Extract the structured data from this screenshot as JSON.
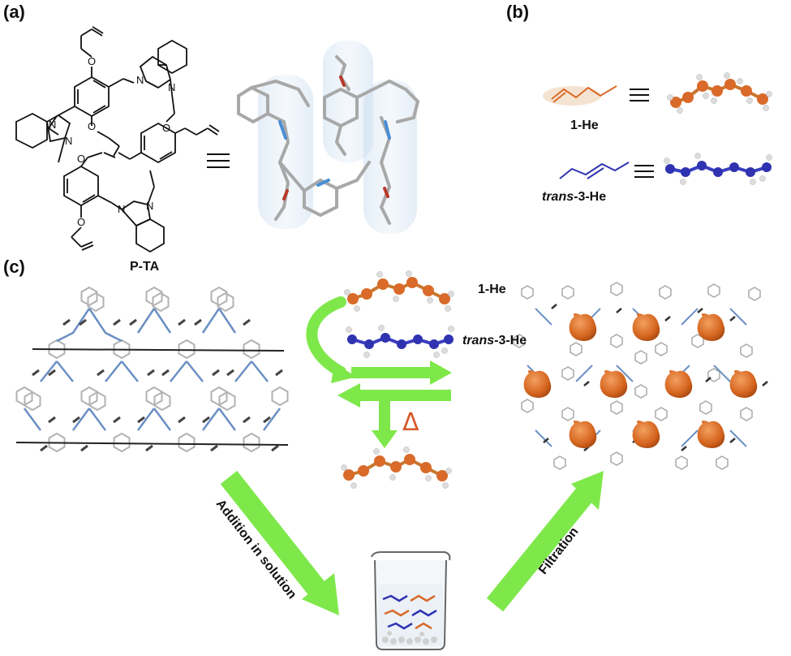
{
  "panels": {
    "a": {
      "label": "(a)"
    },
    "b": {
      "label": "(b)",
      "molecules": [
        {
          "name_italic": "",
          "name_plain": "1-He"
        },
        {
          "name_italic": "trans",
          "name_plain": "-3-He"
        }
      ]
    },
    "c": {
      "label": "(c)",
      "framework_label": "P-TA",
      "guest_1": {
        "name_plain": "1-He"
      },
      "guest_2": {
        "name_italic": "trans",
        "name_plain": "-3-He"
      },
      "heat_symbol": "Δ",
      "step_left": "Addition in solution",
      "step_right": "Filtration"
    }
  },
  "colors": {
    "arrow_green": "#7ee84a",
    "hexene_orange": "#d96a2a",
    "trans_blue": "#2f33b0",
    "heat_red": "#d65a2a",
    "framework_gray": "#9a9a9a",
    "nitrogen_blue": "#4a8fd6"
  }
}
